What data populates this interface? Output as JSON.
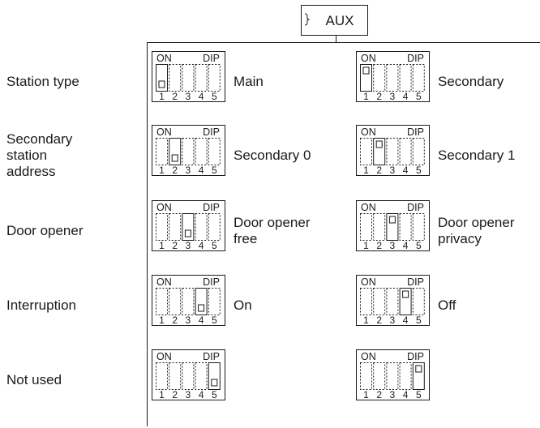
{
  "aux_label": "AUX",
  "switch_header": {
    "on": "ON",
    "dip": "DIP"
  },
  "switch_numbers": [
    "1",
    "2",
    "3",
    "4",
    "5"
  ],
  "rows": [
    {
      "label": [
        "Station type"
      ],
      "options": [
        {
          "label": [
            "Main"
          ],
          "switch": 1,
          "state": "down"
        },
        {
          "label": [
            "Secondary"
          ],
          "switch": 1,
          "state": "up"
        }
      ]
    },
    {
      "label": [
        "Secondary",
        "station",
        "address"
      ],
      "options": [
        {
          "label": [
            "Secondary 0"
          ],
          "switch": 2,
          "state": "down"
        },
        {
          "label": [
            "Secondary 1"
          ],
          "switch": 2,
          "state": "up"
        }
      ]
    },
    {
      "label": [
        "Door opener"
      ],
      "options": [
        {
          "label": [
            "Door opener",
            "free"
          ],
          "switch": 3,
          "state": "down"
        },
        {
          "label": [
            "Door opener",
            "privacy"
          ],
          "switch": 3,
          "state": "up"
        }
      ]
    },
    {
      "label": [
        "Interruption"
      ],
      "options": [
        {
          "label": [
            "On"
          ],
          "switch": 4,
          "state": "down"
        },
        {
          "label": [
            "Off"
          ],
          "switch": 4,
          "state": "up"
        }
      ]
    },
    {
      "label": [
        "Not used"
      ],
      "options": [
        {
          "label": [],
          "switch": 5,
          "state": "down"
        },
        {
          "label": [],
          "switch": 5,
          "state": "up"
        }
      ]
    }
  ]
}
